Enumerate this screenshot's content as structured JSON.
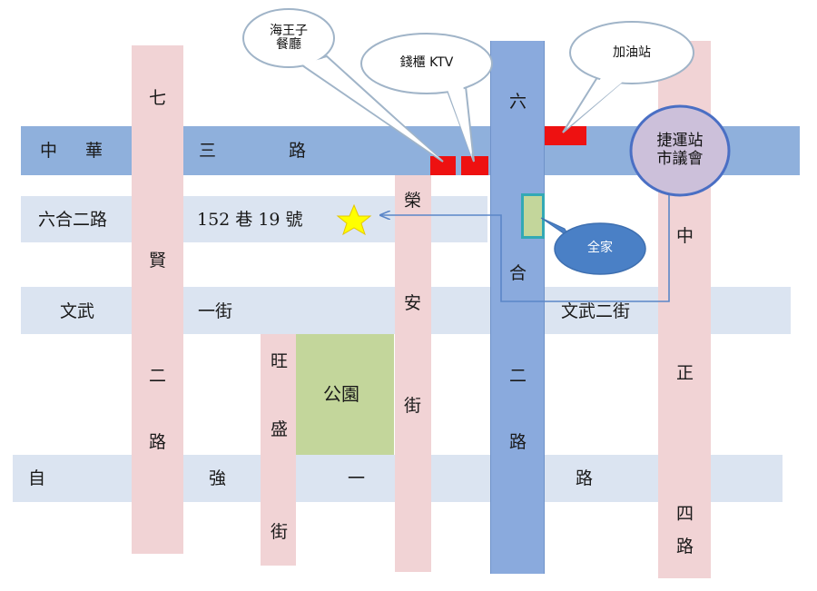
{
  "roads": {
    "zhonghua": [
      "中",
      "華",
      "三",
      "路"
    ],
    "liuhe_2nd_rd": "六合二路",
    "lane": "152 巷 19 號",
    "wenwu_1st": [
      "文武",
      "一街"
    ],
    "wenwu_2nd": "文武二街",
    "ziqiang": [
      "自",
      "強",
      "一",
      "路"
    ],
    "qixian": [
      "七",
      "賢",
      "二",
      "路"
    ],
    "wangsheng": [
      "旺",
      "盛",
      "街"
    ],
    "rongan": [
      "榮",
      "安",
      "街"
    ],
    "liuhe": [
      "六",
      "合",
      "二",
      "路"
    ],
    "zhongzheng": [
      "中",
      "正",
      "四",
      "路"
    ]
  },
  "park_label": "公園",
  "callouts": {
    "restaurant": [
      "海王子",
      "餐廳"
    ],
    "ktv": "錢櫃 KTV",
    "gas_station": "加油站",
    "mrt": [
      "捷運站",
      "市議會"
    ],
    "familymart": "全家"
  },
  "colors": {
    "main_road": "#8fb0dc",
    "minor_road": "#dbe4f1",
    "vertical_road": "#f1d3d5",
    "liuhe_road": "#8aaadd",
    "park": "#c3d69b",
    "shop": "#ee1111",
    "star": "#ffff00",
    "route_line": "#5b86c8",
    "mrt_fill": "#ccc0da",
    "mrt_border": "#4a6fc4",
    "familymart_fill": "#4a80c6"
  },
  "icons": {
    "destination": "star-icon",
    "route": "route-arrow"
  }
}
